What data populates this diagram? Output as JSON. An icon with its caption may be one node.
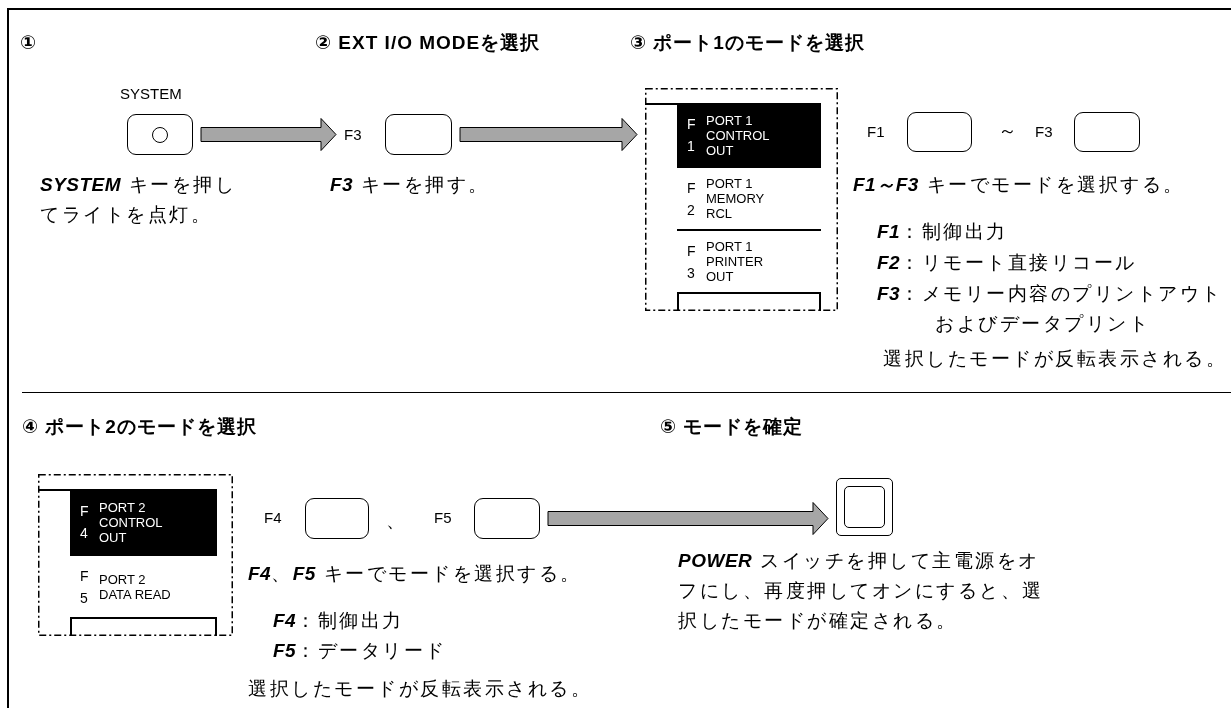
{
  "diagram": {
    "nodes": [
      {
        "text": [],
        "shape": "box",
        "beside": [
          "SYSTEM"
        ]
      },
      {
        "text": [],
        "shape": "box",
        "beside": [
          "F3"
        ]
      },
      {
        "text": [],
        "shape": "box"
      },
      {
        "text": [
          "F 1",
          "PORT 1 CONTROL OUT"
        ],
        "in": 2
      },
      {
        "text": [
          "F 2",
          "PORT 1 MEMORY RCL"
        ],
        "in": 2
      },
      {
        "text": [
          "F 3",
          "PORT 1 PRINTER OUT"
        ],
        "in": 2
      },
      {
        "text": [],
        "shape": "box",
        "beside": [
          "F1"
        ]
      },
      {
        "text": [],
        "shape": "box",
        "beside": [
          "F3"
        ]
      },
      {
        "text": [],
        "shape": "box"
      },
      {
        "text": [
          "F 4",
          "PORT 2 CONTROL OUT"
        ],
        "in": 8
      },
      {
        "text": [
          "F 5",
          "PORT 2 DATA READ"
        ],
        "in": 8
      },
      {
        "text": [],
        "shape": "box",
        "beside": [
          "F4"
        ]
      },
      {
        "text": [],
        "shape": "box",
        "beside": [
          "F5"
        ]
      },
      {
        "text": [],
        "shape": "box"
      }
    ],
    "edges": [
      {
        "from": 0,
        "to": 1,
        "arrow": "to"
      },
      {
        "from": 1,
        "to": 2,
        "arrow": "to"
      },
      {
        "from": 12,
        "to": 13,
        "arrow": "to"
      }
    ],
    "labels": [
      "①",
      "② EXT I/O MODEを選択",
      "③ ポート1のモードを選択",
      "～",
      "**SYSTEM** キーを押してライトを点灯。",
      "**F3** キーを押す。",
      "**F1～F3** キーでモードを選択する。",
      "**F1**：制御出力",
      "**F2**：リモート直接リコール",
      "**F3**：メモリー内容のプリントアウトおよびデータプリント",
      "選択したモードが反転表示される。",
      "④ ポート2のモードを選択",
      "⑤ モードを確定",
      "、",
      "**F4**、**F5** キーでモードを選択する。",
      "**F4**：制御出力",
      "**F5**：データリード",
      "選択したモードが反転表示される。",
      "**POWER** スイッチを押して主電源をオフにし、再度押してオンにすると、選択したモードが確定される。"
    ]
  }
}
